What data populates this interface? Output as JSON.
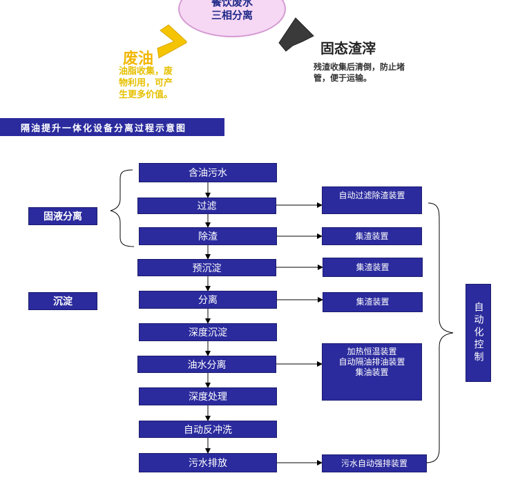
{
  "header": {
    "center_line1": "餐饮废水",
    "center_line2": "三相分离",
    "waste_oil_title": "废油",
    "waste_oil_desc": "油脂收集，废\n物利用，可产\n生更多价值。",
    "solid_title": "固态渣滓",
    "solid_desc": "残渣收集后清倒，防止堵\n管，便于运输。"
  },
  "banner": "隔油提升一体化设备分离过程示意图",
  "stage_labels": {
    "solid_liquid": "固液分离",
    "sediment": "沉淀"
  },
  "steps": [
    "含油污水",
    "过滤",
    "除渣",
    "预沉淀",
    "分离",
    "深度沉淀",
    "油水分离",
    "深度处理",
    "自动反冲洗",
    "污水排放"
  ],
  "devices": {
    "filter": "自动过滤除渣装置",
    "slag1": "集渣装置",
    "slag2": "集渣装置",
    "slag3": "集渣装置",
    "oil": "加热恒温装置\n自动隔油排油装置\n集油装置",
    "drain": "污水自动强排装置"
  },
  "auto_control": "自动化控制",
  "colors": {
    "box": "#2b2b9e",
    "oil_yellow": "#f2b705",
    "ellipse_fill": "#f6d8f4"
  }
}
